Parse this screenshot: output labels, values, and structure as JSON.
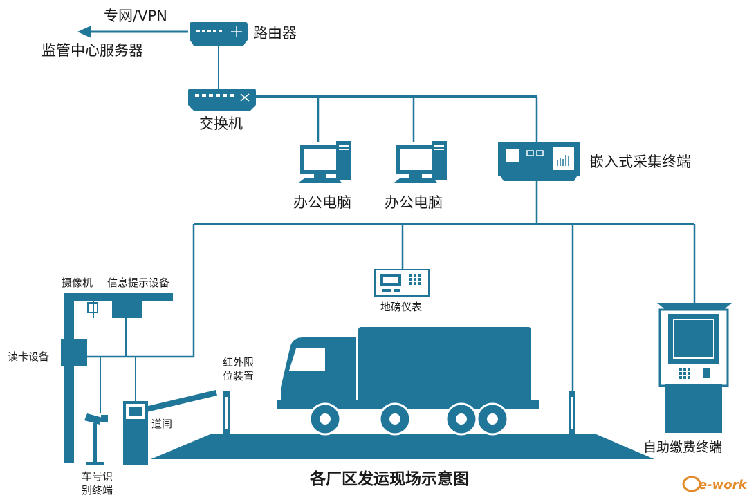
{
  "colors": {
    "primary": "#1f7699",
    "light": "#ffffff",
    "text": "#1a1a1a",
    "watermark": "#e58a2a"
  },
  "labels": {
    "vpn": "专网/VPN",
    "center_server": "监管中心服务器",
    "router": "路由器",
    "switch": "交换机",
    "office_pc_1": "办公电脑",
    "office_pc_2": "办公电脑",
    "embedded_terminal": "嵌入式采集终端",
    "camera": "摄像机",
    "info_display": "信息提示设备",
    "card_reader": "读卡设备",
    "infrared_line1": "红外限",
    "infrared_line2": "位装置",
    "barrier_gate": "道闸",
    "plate_recog_line1": "车号识",
    "plate_recog_line2": "别终端",
    "weighbridge": "地磅仪表",
    "self_pay": "自助缴费终端",
    "diagram_title": "各厂区发运现场示意图"
  },
  "watermark": "e-works",
  "icons": [
    "router-icon",
    "switch-icon",
    "computer-icon",
    "terminal-icon",
    "camera-icon",
    "barrier-icon",
    "sensor-icon",
    "truck-icon",
    "weighbridge-icon",
    "kiosk-icon"
  ]
}
